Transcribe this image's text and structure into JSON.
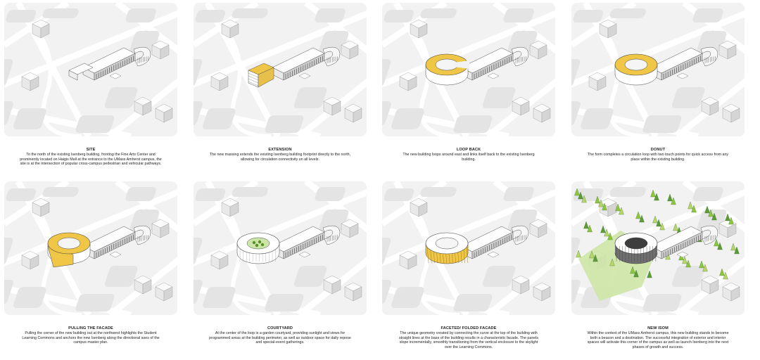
{
  "colors": {
    "accent_yellow": "#f0c646",
    "tree_green": "#8cc63f",
    "ground_green": "#cde5a6",
    "map_gray": "#d7d7d7"
  },
  "panels": [
    {
      "id": "site",
      "title": "SITE",
      "highlight": "none",
      "description": "To the north of the existing Isenberg building, fronting the Fine Arts Center and prominently located on Haigis Mall at the entrance to the UMass Amherst campus, the site is at the intersection of popular cross-campus pedestrian and vehicular pathways."
    },
    {
      "id": "extension",
      "title": "EXTENSION",
      "highlight": "extension",
      "description": "The new massing extends the existing Isenberg building footprint directly to the north, allowing for circulation connectivity on all levels."
    },
    {
      "id": "loop-back",
      "title": "LOOP BACK",
      "highlight": "loop",
      "description": "The new building loops around east and links itself back to the existing Isenberg building."
    },
    {
      "id": "donut",
      "title": "DONUT",
      "highlight": "donut",
      "description": "The form completes a circulation loop with two touch points for quick access from any place within the existing building."
    },
    {
      "id": "pulling-the-facade",
      "title": "PULLING THE FACADE",
      "highlight": "facade",
      "description": "Pulling the corner of the new building out at the northwest highlights the Student Learning Commons and anchors the new Isenberg along the directional axes of the campus master plan."
    },
    {
      "id": "courtyard",
      "title": "COURTYARD",
      "highlight": "courtyard",
      "description": "At the center of the loop is a garden courtyard, providing sunlight and views for programmed areas at the building perimeter, as well as outdoor space for daily repose and special-event gatherings."
    },
    {
      "id": "faceted-folded-facade",
      "title": "FACETED/ FOLDED FACADE",
      "highlight": "faceted",
      "description": "The unique geometry created by connecting the curve at the top of the building with straight lines at the base of the building results in a characteristic facade. The panels slope incrementally, smoothly transitioning from the vertical enclosure to the skylight over the Learning Commons."
    },
    {
      "id": "new-isom",
      "title": "NEW ISOM",
      "highlight": "final",
      "description": "Within the context of the UMass Amherst campus, this new building stands to become both a beacon and a destination. The successful integration of exterior and interior spaces will activate this corner of the campus as well as launch Isenberg into the next phases of growth and success."
    }
  ]
}
